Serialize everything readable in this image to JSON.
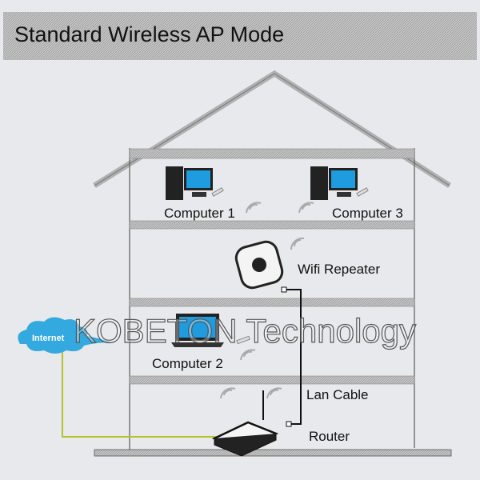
{
  "title": "Standard Wireless AP Mode",
  "watermark": "KOBETON Technology",
  "labels": {
    "computer1": "Computer 1",
    "computer3": "Computer 3",
    "repeater": "Wifi Repeater",
    "computer2": "Computer 2",
    "lan_cable": "Lan Cable",
    "router": "Router",
    "internet": "Internet"
  },
  "colors": {
    "background": "#e8e9ec",
    "title_bar": "#b3b3b3",
    "cloud": "#33a9df",
    "internet_cable": "#b5c22a",
    "lan_cable": "#111111",
    "screen": "#1f9be0"
  }
}
